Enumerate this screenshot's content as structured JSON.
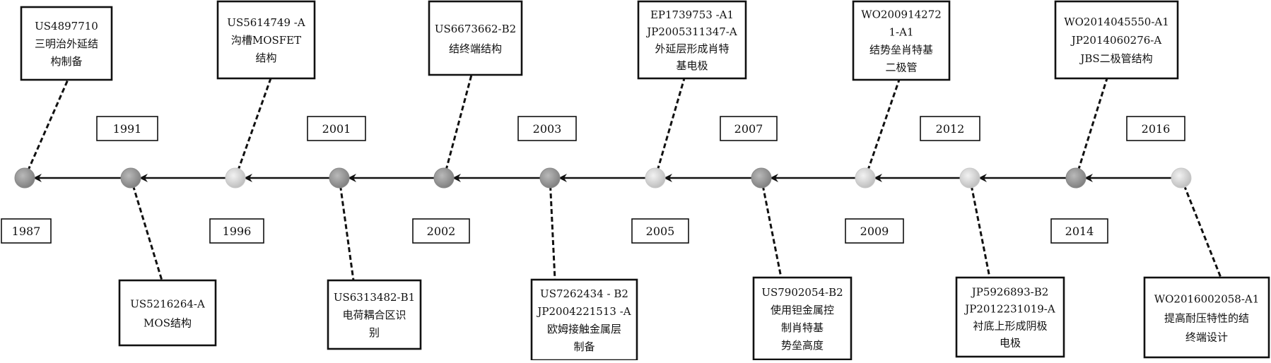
{
  "colors": {
    "line": "#111111",
    "node_dark": "#8e8e8e",
    "node_light": "#d4d4d4"
  },
  "nodes": [
    {
      "id": "n1987",
      "shade": "dark"
    },
    {
      "id": "n1991",
      "shade": "dark"
    },
    {
      "id": "n1996",
      "shade": "light"
    },
    {
      "id": "n2001",
      "shade": "dark"
    },
    {
      "id": "n2002",
      "shade": "dark"
    },
    {
      "id": "n2003",
      "shade": "dark"
    },
    {
      "id": "n2005",
      "shade": "light"
    },
    {
      "id": "n2007",
      "shade": "dark"
    },
    {
      "id": "n2009",
      "shade": "light"
    },
    {
      "id": "n2012",
      "shade": "light"
    },
    {
      "id": "n2014",
      "shade": "dark"
    },
    {
      "id": "n2016",
      "shade": "light"
    }
  ],
  "years": [
    "1987",
    "1991",
    "1996",
    "2001",
    "2002",
    "2003",
    "2005",
    "2007",
    "2009",
    "2012",
    "2014",
    "2016"
  ],
  "boxes": [
    {
      "year": "1987",
      "lines": [
        "US4897710",
        "三明治外延结",
        "构制备"
      ]
    },
    {
      "year": "1991",
      "lines": [
        "US5216264-A",
        "MOS结构"
      ]
    },
    {
      "year": "1996",
      "lines": [
        "US5614749 -A",
        "沟槽MOSFET",
        "结构"
      ]
    },
    {
      "year": "2001",
      "lines": [
        "US6313482-B1",
        "电荷耦合区识",
        "别"
      ]
    },
    {
      "year": "2002",
      "lines": [
        "US6673662-B2",
        "结终端结构"
      ]
    },
    {
      "year": "2003",
      "lines": [
        "US7262434 - B2",
        "JP2004221513 -A",
        "欧姆接触金属层",
        "制备"
      ]
    },
    {
      "year": "2005",
      "lines": [
        "EP1739753 -A1",
        "JP2005311347-A",
        "外延层形成肖特",
        "基电极"
      ]
    },
    {
      "year": "2007",
      "lines": [
        "US7902054-B2",
        "使用钽金属控",
        "制肖特基",
        "势垒高度"
      ]
    },
    {
      "year": "2009",
      "lines": [
        "WO200914272",
        "1-A1",
        "结势垒肖特基",
        "二极管"
      ]
    },
    {
      "year": "2012",
      "lines": [
        "JP5926893-B2",
        "JP2012231019-A",
        "衬底上形成阴极",
        "电极"
      ]
    },
    {
      "year": "2014",
      "lines": [
        "WO2014045550-A1",
        "JP2014060276-A",
        "JBS二极管结构"
      ]
    },
    {
      "year": "2016",
      "lines": [
        "WO2016002058-A1",
        "提高耐压特性的结",
        "终端设计"
      ]
    }
  ]
}
